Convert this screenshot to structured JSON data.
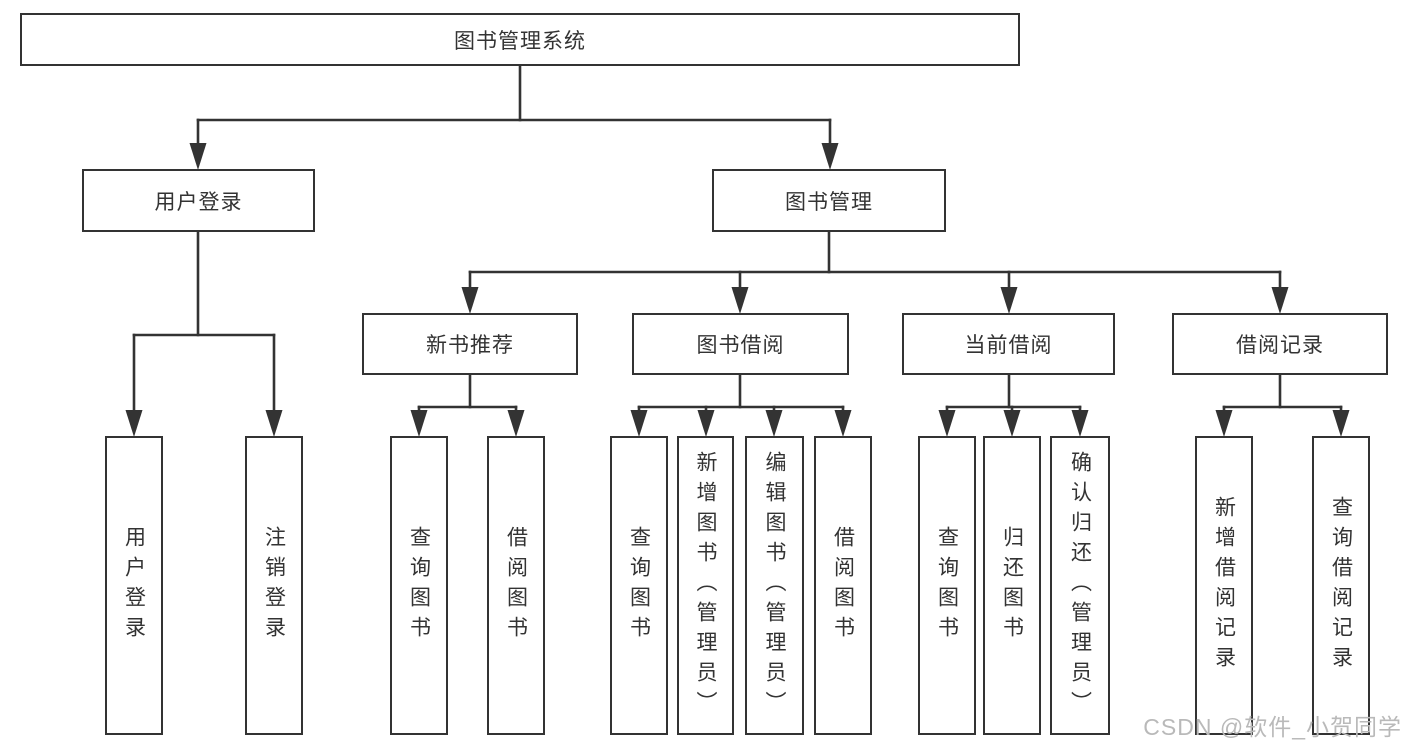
{
  "diagram": {
    "root": "图书管理系统",
    "login": {
      "label": "用户登录",
      "children": [
        "用户登录",
        "注销登录"
      ]
    },
    "management": {
      "label": "图书管理",
      "sections": [
        {
          "label": "新书推荐",
          "children": [
            "查询图书",
            "借阅图书"
          ]
        },
        {
          "label": "图书借阅",
          "children": [
            "查询图书",
            "新增图书（管理员）",
            "编辑图书（管理员）",
            "借阅图书"
          ]
        },
        {
          "label": "当前借阅",
          "children": [
            "查询图书",
            "归还图书",
            "确认归还（管理员）"
          ]
        },
        {
          "label": "借阅记录",
          "children": [
            "新增借阅记录",
            "查询借阅记录"
          ]
        }
      ]
    }
  },
  "watermark": "CSDN @软件_小贺同学",
  "colors": {
    "line": "#333333",
    "text": "#333333",
    "background": "#ffffff",
    "watermark": "#b9b9b9"
  }
}
